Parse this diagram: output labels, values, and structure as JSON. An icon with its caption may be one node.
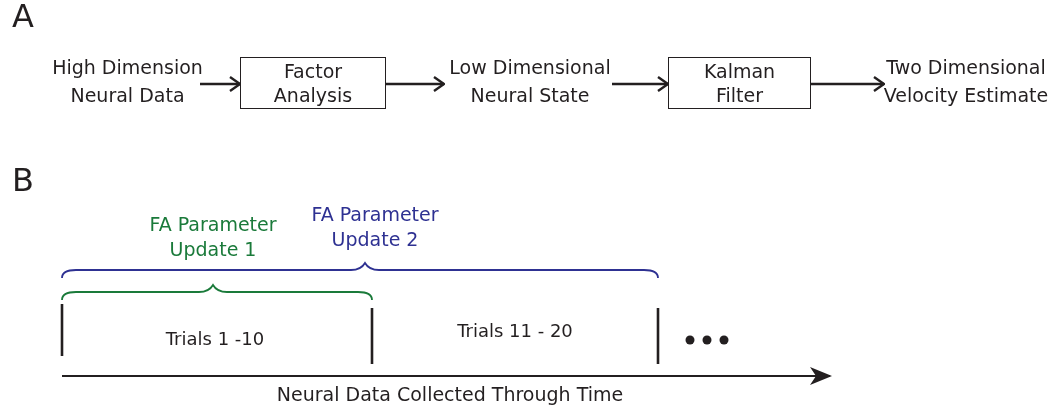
{
  "diagram": {
    "nodes": [
      {
        "text": [
          "High Dimension Neural Data"
        ]
      },
      {
        "text": [
          "Factor Analysis"
        ]
      },
      {
        "text": [
          "Low Dimensional Neural State"
        ]
      },
      {
        "text": [
          "Kalman Filter"
        ]
      },
      {
        "text": [
          "Two Dimensional Velocity Estimate"
        ]
      }
    ],
    "edges": [
      {
        "from": 0,
        "to": 1,
        "arrow": "to"
      },
      {
        "from": 1,
        "to": 2,
        "arrow": "to"
      },
      {
        "from": 2,
        "to": 3,
        "arrow": "to"
      },
      {
        "from": 3,
        "to": 4,
        "arrow": "to"
      }
    ],
    "labels": [
      "A",
      "B",
      "FA Parameter Update 2",
      "FA Parameter Update 1",
      "Trials 1 -10",
      "Trials 11 - 20",
      "Neural Data Collected Through Time"
    ]
  }
}
